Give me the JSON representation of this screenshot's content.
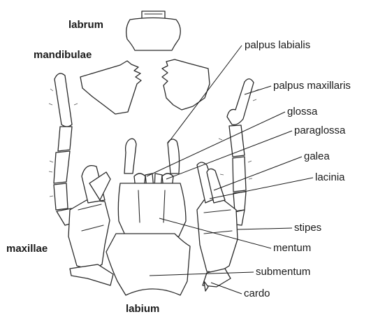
{
  "group_labels": {
    "labrum": "labrum",
    "mandibulae": "mandibulae",
    "maxillae": "maxillae",
    "labium": "labium"
  },
  "part_labels": {
    "palpus_labialis": "palpus labialis",
    "palpus_maxillaris": "palpus maxillaris",
    "glossa": "glossa",
    "paraglossa": "paraglossa",
    "galea": "galea",
    "lacinia": "lacinia",
    "stipes": "stipes",
    "mentum": "mentum",
    "submentum": "submentum",
    "cardo": "cardo"
  }
}
